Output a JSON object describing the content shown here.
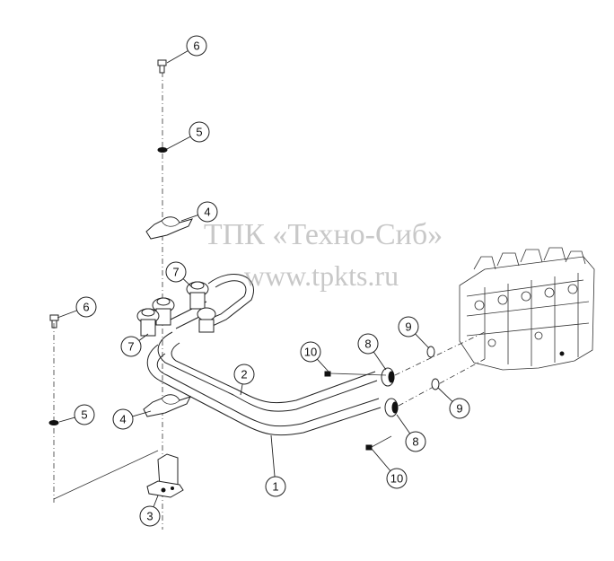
{
  "watermark": {
    "company": "ТПК «Техно-Сиб»",
    "url": "www.tpkts.ru"
  },
  "callouts": [
    {
      "id": "c6a",
      "label": "6"
    },
    {
      "id": "c5a",
      "label": "5"
    },
    {
      "id": "c4a",
      "label": "4"
    },
    {
      "id": "c7a",
      "label": "7"
    },
    {
      "id": "c6b",
      "label": "6"
    },
    {
      "id": "c7b",
      "label": "7"
    },
    {
      "id": "c10a",
      "label": "10"
    },
    {
      "id": "c8a",
      "label": "8"
    },
    {
      "id": "c9a",
      "label": "9"
    },
    {
      "id": "c2",
      "label": "2"
    },
    {
      "id": "c9b",
      "label": "9"
    },
    {
      "id": "c5b",
      "label": "5"
    },
    {
      "id": "c4b",
      "label": "4"
    },
    {
      "id": "c8b",
      "label": "8"
    },
    {
      "id": "c1",
      "label": "1"
    },
    {
      "id": "c10b",
      "label": "10"
    },
    {
      "id": "c3",
      "label": "3"
    }
  ]
}
